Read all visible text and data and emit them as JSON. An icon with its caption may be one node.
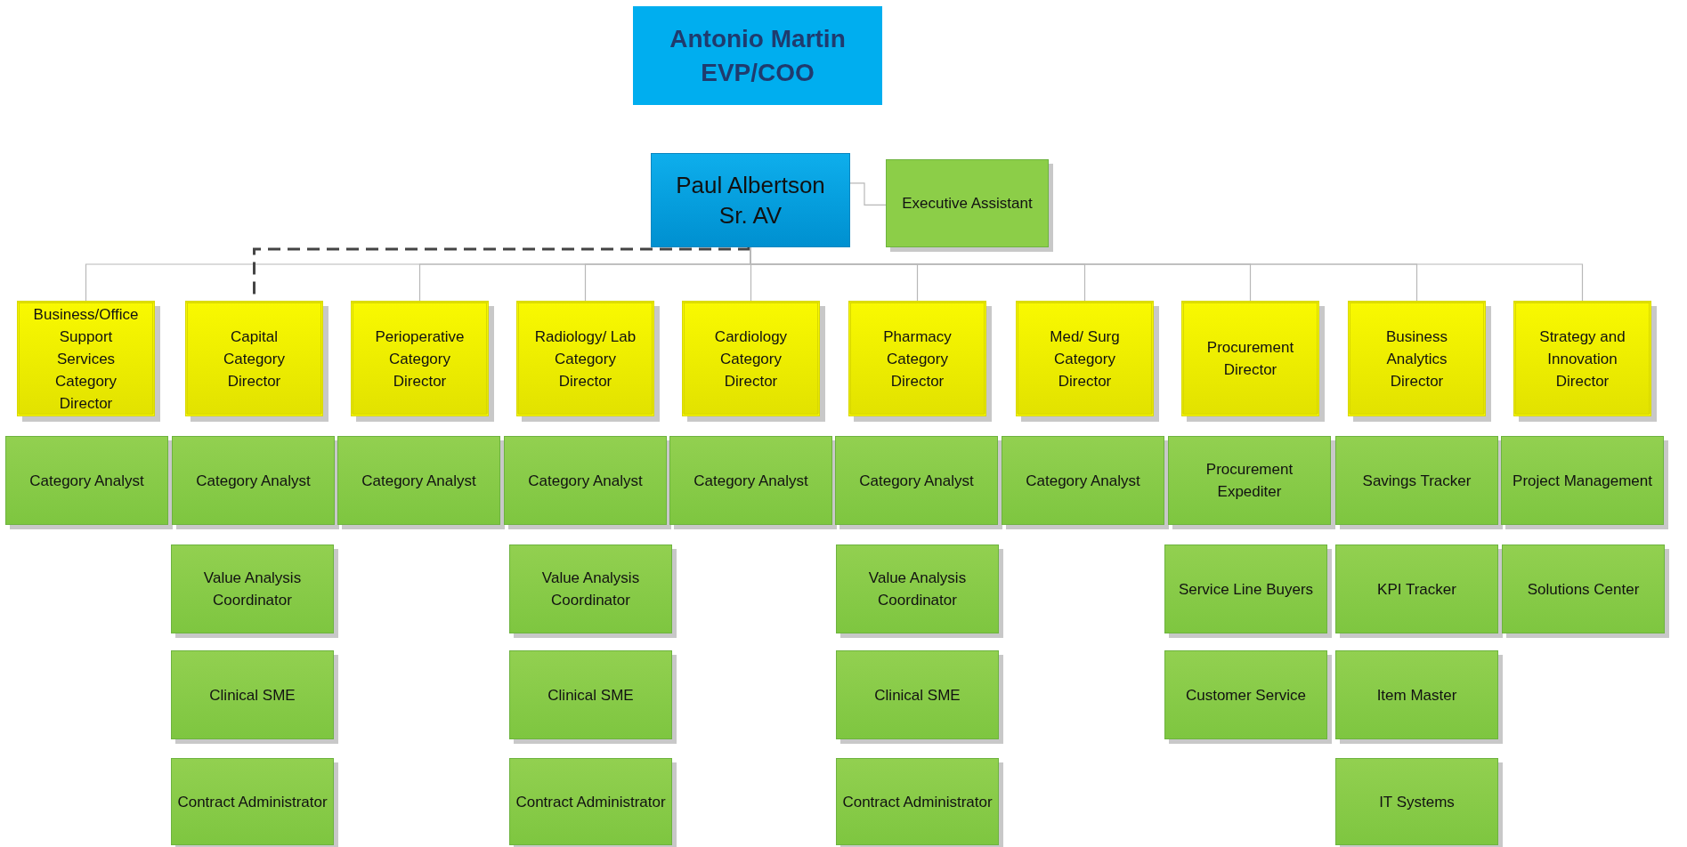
{
  "diagram": {
    "nodes": [
      {
        "text": [
          "Antonio Martin",
          "EVP/COO"
        ]
      },
      {
        "text": [
          "Paul Albertson",
          "Sr. AV"
        ]
      },
      {
        "text": [
          "Executive Assistant"
        ]
      },
      {
        "text": [
          "Business/Office Support Services Category Director"
        ]
      },
      {
        "text": [
          "Capital Category Director"
        ]
      },
      {
        "text": [
          "Perioperative Category Director"
        ]
      },
      {
        "text": [
          "Radiology/ Lab Category Director"
        ]
      },
      {
        "text": [
          "Cardiology Category Director"
        ]
      },
      {
        "text": [
          "Pharmacy Category Director"
        ]
      },
      {
        "text": [
          "Med/ Surg Category Director"
        ]
      },
      {
        "text": [
          "Procurement Director"
        ]
      },
      {
        "text": [
          "Business Analytics Director"
        ]
      },
      {
        "text": [
          "Strategy and Innovation Director"
        ]
      },
      {
        "text": [
          "Category Analyst"
        ]
      },
      {
        "text": [
          "Category Analyst"
        ]
      },
      {
        "text": [
          "Category Analyst"
        ]
      },
      {
        "text": [
          "Category Analyst"
        ]
      },
      {
        "text": [
          "Category Analyst"
        ]
      },
      {
        "text": [
          "Category Analyst"
        ]
      },
      {
        "text": [
          "Category Analyst"
        ]
      },
      {
        "text": [
          "Procurement Expediter"
        ]
      },
      {
        "text": [
          "Savings Tracker"
        ]
      },
      {
        "text": [
          "Project Management"
        ]
      },
      {
        "text": [
          "Value Analysis Coordinator"
        ]
      },
      {
        "text": [
          "Value Analysis Coordinator"
        ]
      },
      {
        "text": [
          "Value Analysis Coordinator"
        ]
      },
      {
        "text": [
          "Service Line Buyers"
        ]
      },
      {
        "text": [
          "KPI Tracker"
        ]
      },
      {
        "text": [
          "Solutions Center"
        ]
      },
      {
        "text": [
          "Clinical SME"
        ]
      },
      {
        "text": [
          "Clinical SME"
        ]
      },
      {
        "text": [
          "Clinical SME"
        ]
      },
      {
        "text": [
          "Customer Service"
        ]
      },
      {
        "text": [
          "Item Master"
        ]
      },
      {
        "text": [
          "Contract Administrator"
        ]
      },
      {
        "text": [
          "Contract Administrator"
        ]
      },
      {
        "text": [
          "Contract Administrator"
        ]
      },
      {
        "text": [
          "IT Systems"
        ]
      }
    ],
    "edges": [
      {
        "from": 1,
        "to": 2,
        "arrow": "none"
      },
      {
        "from": 1,
        "to": 3,
        "arrow": "none"
      },
      {
        "from": 1,
        "to": 4,
        "arrow": "none",
        "style": "dashed",
        "color": "#444444"
      },
      {
        "from": 1,
        "to": 5,
        "arrow": "none"
      },
      {
        "from": 1,
        "to": 6,
        "arrow": "none"
      },
      {
        "from": 1,
        "to": 7,
        "arrow": "none"
      },
      {
        "from": 1,
        "to": 8,
        "arrow": "none"
      },
      {
        "from": 1,
        "to": 9,
        "arrow": "none"
      },
      {
        "from": 1,
        "to": 10,
        "arrow": "none"
      },
      {
        "from": 1,
        "to": 11,
        "arrow": "none"
      },
      {
        "from": 1,
        "to": 12,
        "arrow": "none"
      }
    ]
  }
}
